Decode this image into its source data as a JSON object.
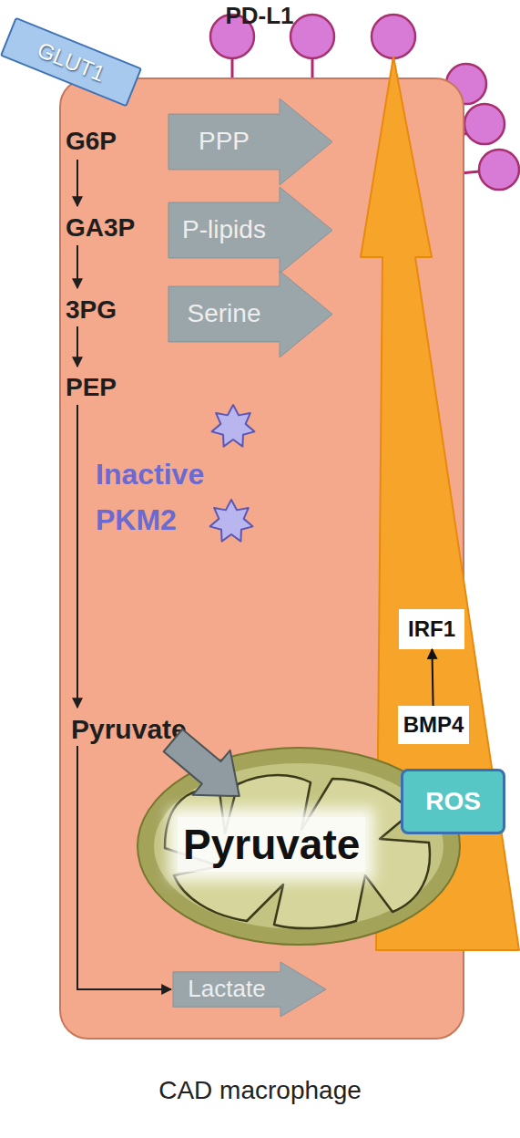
{
  "diagram": {
    "caption": "CAD macrophage",
    "nodes": [
      {
        "text": [
          "GLUT1"
        ]
      },
      {
        "text": [
          "G6P",
          "GA3P",
          "3PG",
          "PEP",
          "Inactive PKM2",
          "Pyruvate"
        ]
      },
      {
        "text": [
          "PPP"
        ],
        "in": 1
      },
      {
        "text": [
          "P-lipids"
        ],
        "in": 1
      },
      {
        "text": [
          "Serine"
        ],
        "in": 1
      },
      {
        "text": [
          "IRF1"
        ],
        "in": 1
      },
      {
        "text": [
          "BMP4"
        ],
        "in": 1
      },
      {
        "text": [
          "ROS"
        ],
        "in": 1
      },
      {
        "text": [
          "Pyruvate"
        ],
        "in": 1
      },
      {
        "text": [
          "Lactate"
        ],
        "in": 1
      }
    ],
    "edges": [
      {
        "from": 6,
        "to": 5,
        "arrow": "to"
      }
    ],
    "labels": [
      "PD-L1"
    ]
  }
}
